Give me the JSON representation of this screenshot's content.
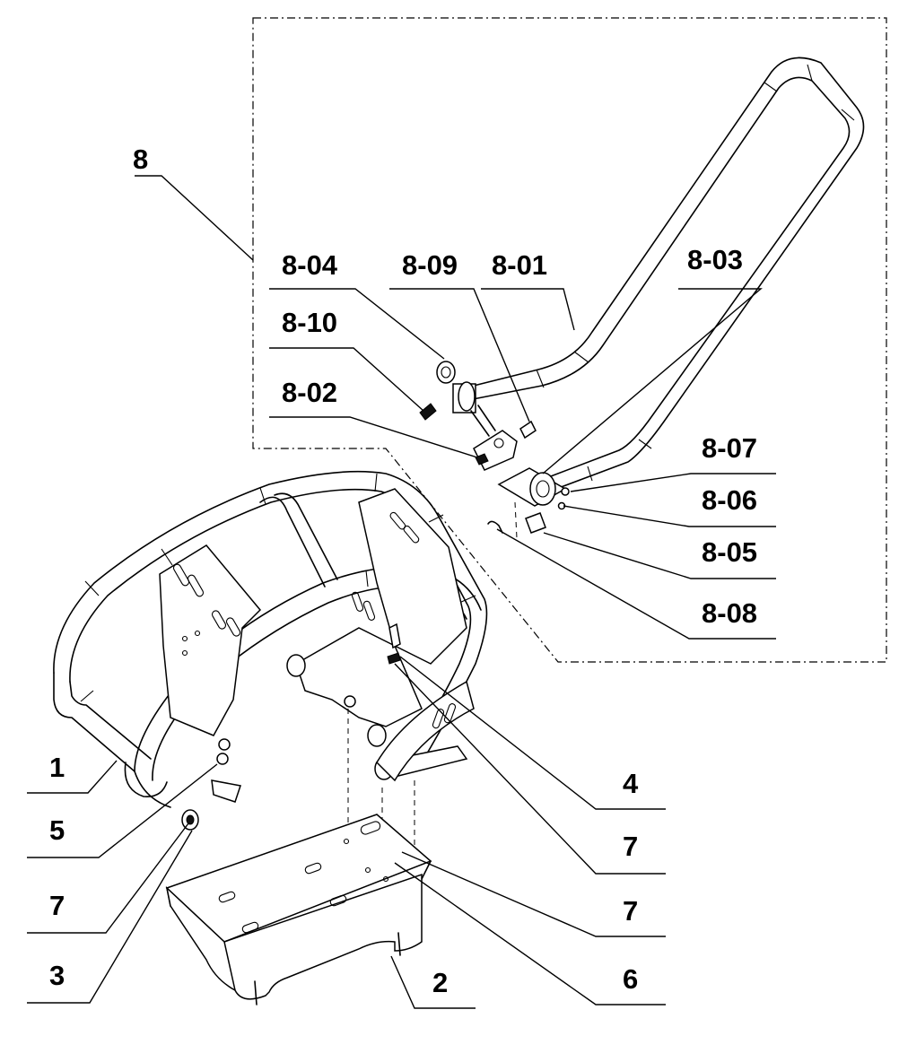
{
  "callouts": {
    "c1": "1",
    "c2": "2",
    "c3": "3",
    "c4": "4",
    "c5": "5",
    "c6": "6",
    "c7a": "7",
    "c7b": "7",
    "c7c": "7",
    "c8": "8",
    "c8_01": "8-01",
    "c8_02": "8-02",
    "c8_03": "8-03",
    "c8_04": "8-04",
    "c8_05": "8-05",
    "c8_06": "8-06",
    "c8_07": "8-07",
    "c8_08": "8-08",
    "c8_09": "8-09",
    "c8_10": "8-10"
  }
}
